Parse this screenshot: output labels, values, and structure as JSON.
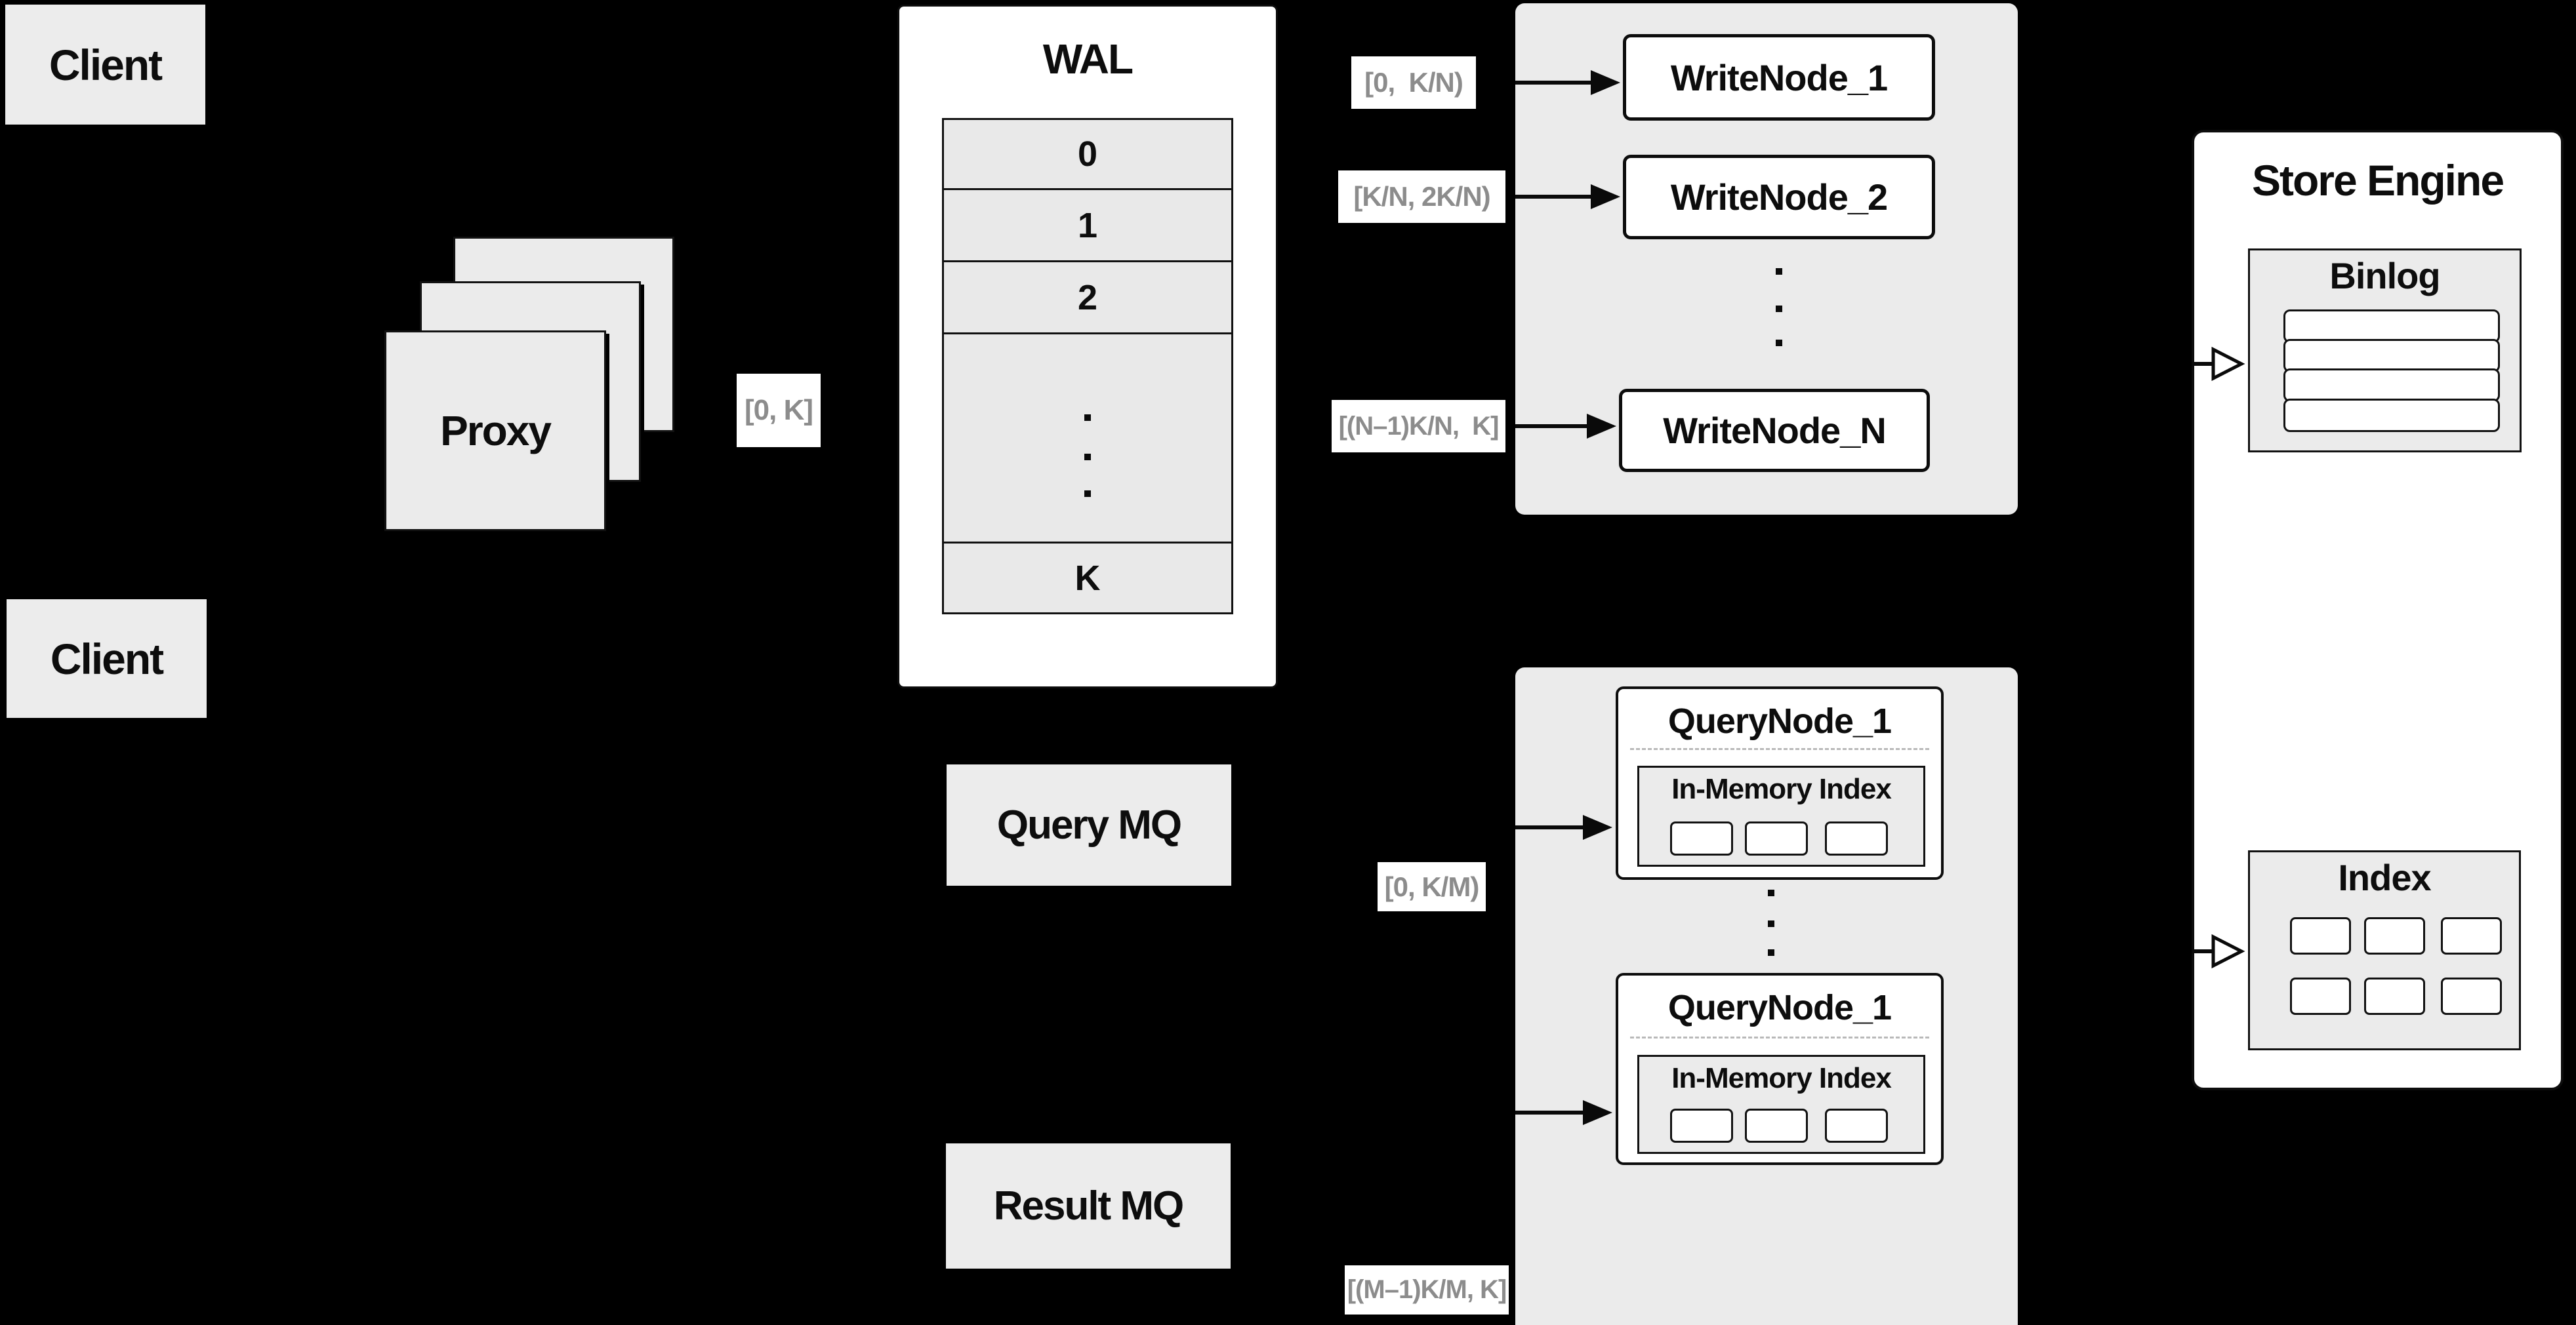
{
  "diagram": {
    "clients": {
      "top": "Client",
      "bottom": "Client"
    },
    "proxy": {
      "label": "Proxy"
    },
    "wal": {
      "title": "WAL",
      "cells": {
        "c0": "0",
        "c1": "1",
        "c2": "2",
        "last": "K"
      },
      "ellipsis_vertical": "..."
    },
    "routing_labels": {
      "proxy_to_wal": "[0, K]",
      "write_1": "[0,  K/N)",
      "write_2": "[K/N, 2K/N)",
      "write_n": "[(N–1)K/N,  K]",
      "query_1": "[0, K/M)",
      "query_m": "[(M–1)K/M, K]"
    },
    "write_nodes": {
      "node1": "WriteNode_1",
      "node2": "WriteNode_2",
      "nodeN": "WriteNode_N",
      "ellipsis_vertical": "..."
    },
    "query_nodes": {
      "node1_title": "QueryNode_1",
      "node2_title": "QueryNode_1",
      "in_memory_index_1": "In-Memory Index",
      "in_memory_index_2": "In-Memory Index",
      "ellipsis_vertical": "..."
    },
    "mq": {
      "query": "Query MQ",
      "result": "Result MQ"
    },
    "store_engine": {
      "title": "Store Engine",
      "binlog": "Binlog",
      "index": "Index"
    }
  }
}
